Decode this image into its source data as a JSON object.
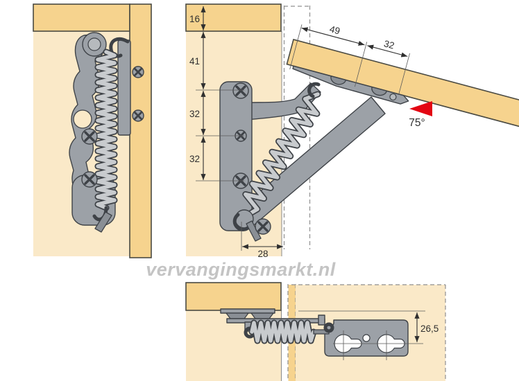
{
  "watermark": {
    "text": "vervangingsmarkt.nl"
  },
  "colors": {
    "wood": "#F6D38E",
    "interior": "#FAE9C8",
    "hinge": "#9CA1A7",
    "hdark": "#3E4247",
    "spring": "#C8CBCE",
    "dim": "#2F2F2F",
    "dashed": "#8F8F8F",
    "red": "#E30613",
    "wm": "#C4C4C4"
  },
  "open_view": {
    "dim_board_thickness": "16",
    "dim_top_offset": "41",
    "dim_screw_gap_1": "32",
    "dim_screw_gap_2": "32",
    "dim_depth": "28",
    "dim_flap_outer": "49",
    "dim_flap_inner": "32",
    "angle_label": "75°",
    "angle_value": 75
  },
  "bottom_view": {
    "dim_plate_offset": "26,5"
  }
}
